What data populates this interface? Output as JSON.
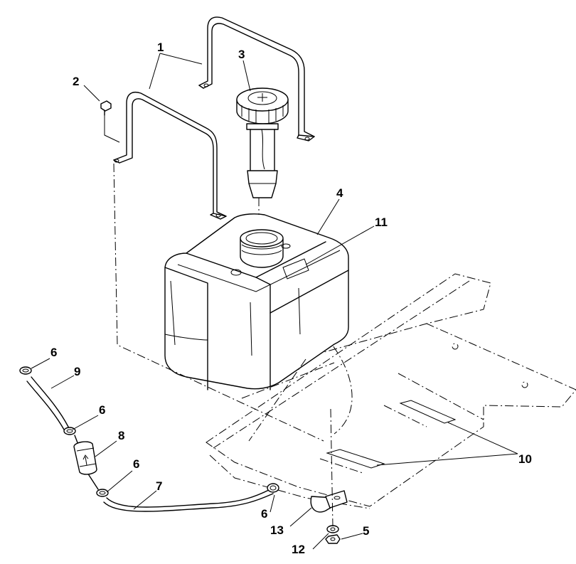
{
  "callouts": {
    "c1": "1",
    "c2": "2",
    "c3": "3",
    "c4": "4",
    "c11": "11",
    "c6a": "6",
    "c9": "9",
    "c6b": "6",
    "c8": "8",
    "c6c": "6",
    "c7": "7",
    "c6d": "6",
    "c10": "10",
    "c13": "13",
    "c5": "5",
    "c12": "12"
  }
}
